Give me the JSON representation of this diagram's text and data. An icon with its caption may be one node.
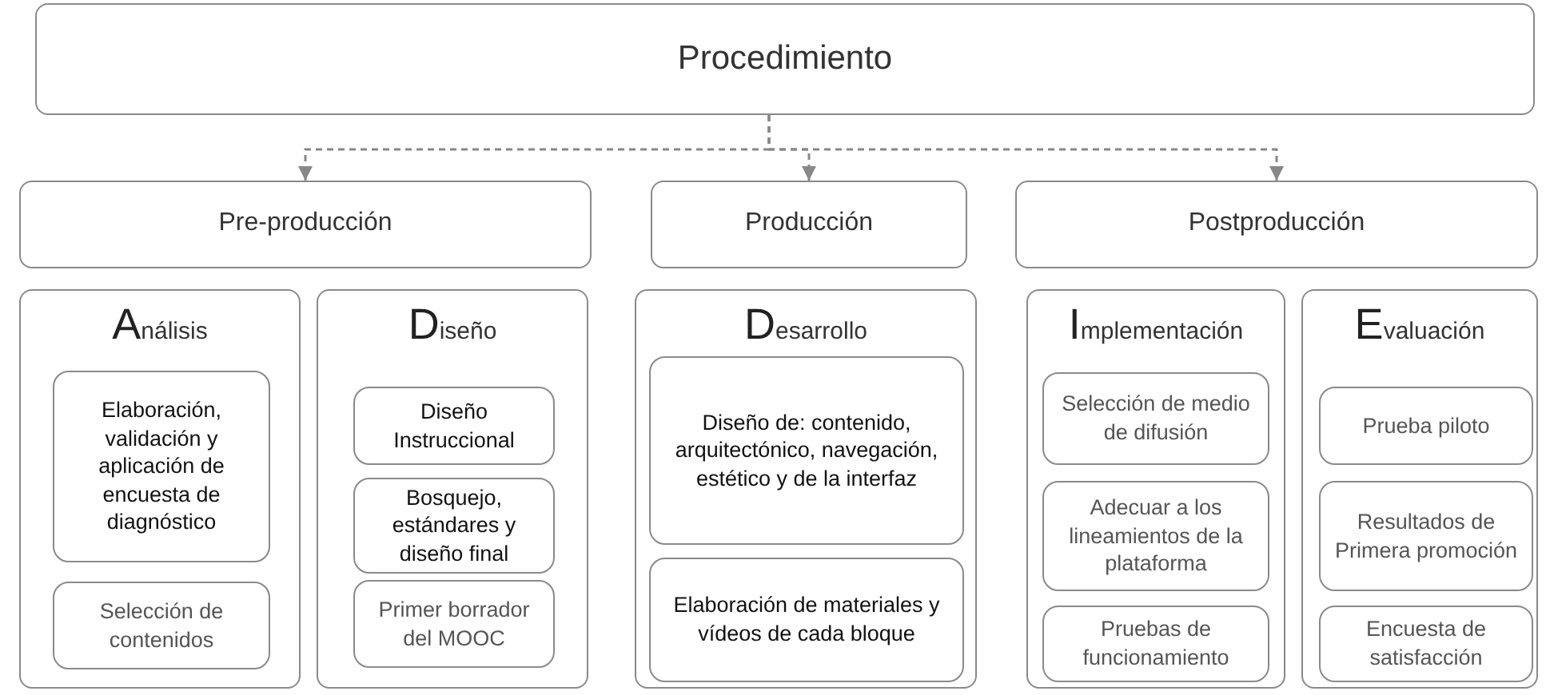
{
  "diagram": {
    "nodes": [
      {
        "text": [
          "Procedimiento"
        ]
      },
      {
        "text": [
          "Pre-producción"
        ]
      },
      {
        "text": [
          "Producción"
        ]
      },
      {
        "text": [
          "Postproducción"
        ]
      },
      {
        "text": [
          "Análisis"
        ]
      },
      {
        "text": [
          "Elaboración, validación y aplicación de encuesta de diagnóstico"
        ],
        "in": 4
      },
      {
        "text": [
          "Selección de contenidos"
        ],
        "in": 4
      },
      {
        "text": [
          "Diseño"
        ]
      },
      {
        "text": [
          "Diseño Instruccional"
        ],
        "in": 7
      },
      {
        "text": [
          "Bosquejo, estándares y diseño final"
        ],
        "in": 7
      },
      {
        "text": [
          "Primer borrador del MOOC"
        ],
        "in": 7
      },
      {
        "text": [
          "Desarrollo"
        ]
      },
      {
        "text": [
          "Diseño de: contenido, arquitectónico, navegación, estético y de la interfaz"
        ],
        "in": 11
      },
      {
        "text": [
          "Elaboración de materiales y vídeos de cada bloque"
        ],
        "in": 11
      },
      {
        "text": [
          "Implementación"
        ]
      },
      {
        "text": [
          "Selección de medio de difusión"
        ],
        "in": 14
      },
      {
        "text": [
          "Adecuar a los lineamientos de la plataforma"
        ],
        "in": 14
      },
      {
        "text": [
          "Pruebas  de funcionamiento"
        ],
        "in": 14
      },
      {
        "text": [
          "Evaluación"
        ]
      },
      {
        "text": [
          "Prueba piloto"
        ],
        "in": 18
      },
      {
        "text": [
          "Resultados de Primera promoción"
        ],
        "in": 18
      },
      {
        "text": [
          "Encuesta de satisfacción"
        ],
        "in": 18
      }
    ],
    "edges": [
      {
        "from": 0,
        "to": 1,
        "arrow": "to",
        "style": "dashed"
      },
      {
        "from": 0,
        "to": 2,
        "arrow": "to",
        "style": "dashed"
      },
      {
        "from": 0,
        "to": 3,
        "arrow": "to",
        "style": "dashed"
      }
    ]
  }
}
